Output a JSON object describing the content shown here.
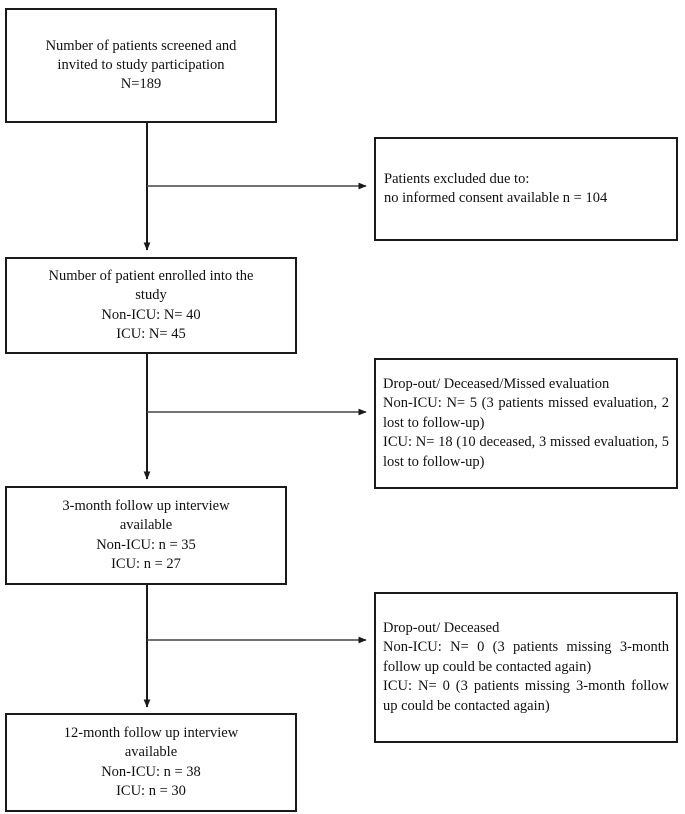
{
  "figure": {
    "type": "flow-diagram",
    "title": "Patient enrollment and follow-up flow chart",
    "line_color": "#1a1a1a",
    "background": "#ffffff"
  },
  "nodes": {
    "screened": {
      "id": "screened",
      "text": "Number of patients screened and\ninvited to study participation\nN=189"
    },
    "excluded": {
      "id": "excluded",
      "line1": "Patients excluded due to:",
      "line2": "no informed consent available n = 104"
    },
    "enrolled": {
      "id": "enrolled",
      "text": "Number of patient enrolled into the\nstudy\nNon-ICU: N= 40\nICU: N= 45"
    },
    "dropout_3m": {
      "id": "dropout-3-month",
      "heading": "Drop-out/ Deceased/Missed evaluation",
      "nonicu": "Non-ICU: N= 5 (3 patients missed evaluation, 2 lost to follow-up)",
      "icu": "ICU: N= 18 (10 deceased, 3 missed evaluation, 5 lost to follow-up)"
    },
    "followup_3m": {
      "id": "followup-3-month",
      "text": "3-month follow up interview\navailable\nNon-ICU: n = 35\nICU: n = 27"
    },
    "dropout_12m": {
      "id": "dropout-12-month",
      "heading": "Drop-out/ Deceased",
      "nonicu": "Non-ICU: N= 0 (3 patients missing 3-month follow up could be contacted again)",
      "icu": "ICU: N= 0 (3 patients missing 3-month follow up could be contacted again)"
    },
    "followup_12m": {
      "id": "followup-12-month",
      "text": "12-month follow up interview\navailable\nNon-ICU: n = 38\nICU: n = 30"
    }
  },
  "connectors": [
    {
      "name": "screened-to-enrolled",
      "kind": "vertical-arrow"
    },
    {
      "name": "screened-to-excluded",
      "kind": "horizontal-arrow"
    },
    {
      "name": "enrolled-to-followup-3-month",
      "kind": "vertical-arrow"
    },
    {
      "name": "enrolled-to-dropout-3-month",
      "kind": "horizontal-arrow"
    },
    {
      "name": "followup-3-month-to-followup-12-month",
      "kind": "vertical-arrow"
    },
    {
      "name": "followup-3-month-to-dropout-12-month",
      "kind": "horizontal-arrow"
    }
  ]
}
